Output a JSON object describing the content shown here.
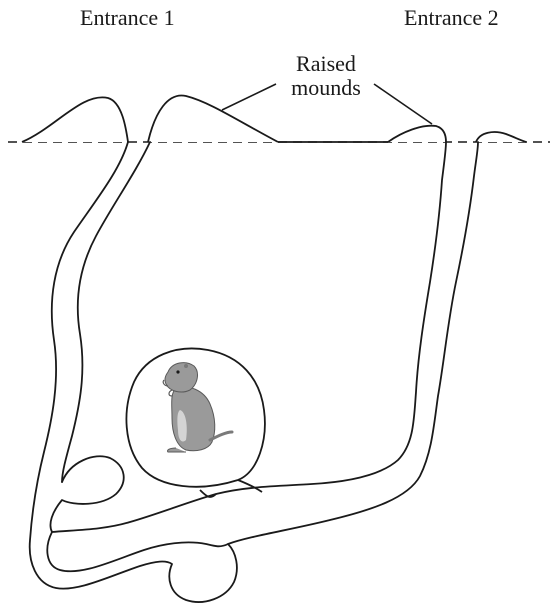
{
  "labels": {
    "entrance_1": "Entrance 1",
    "entrance_2": "Entrance 2",
    "mounds_line1": "Raised",
    "mounds_line2": "mounds"
  },
  "colors": {
    "line": "#1a1a1a",
    "background": "#ffffff",
    "animal_fill": "#9a9a9a",
    "animal_light": "#d4d4d4"
  },
  "icons": {
    "animal": "prairie-dog-icon"
  }
}
